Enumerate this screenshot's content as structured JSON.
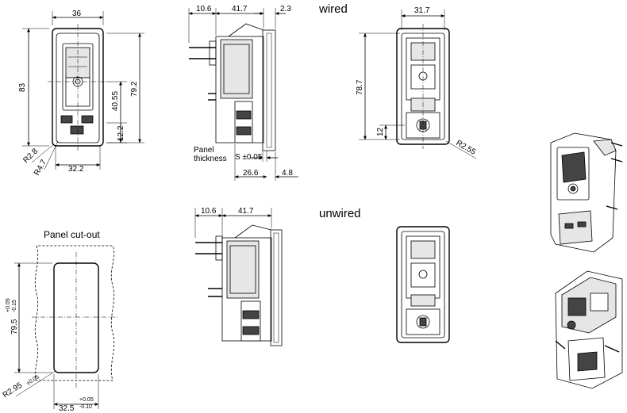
{
  "labels": {
    "wired": "wired",
    "unwired": "unwired",
    "panel_cutout": "Panel cut-out",
    "panel_thickness_1": "Panel",
    "panel_thickness_2": "thickness"
  },
  "front_view": {
    "width": "36",
    "height": "83",
    "switch_center": "40.55",
    "total_height": "79.2",
    "bottom_offset": "12.2",
    "bottom_width": "32.2",
    "radius_outer": "R2.8",
    "radius_inner": "R4.7"
  },
  "side_view_wired": {
    "dim_a": "10.6",
    "dim_b": "41.7",
    "dim_c": "2.3",
    "panel_s": "S ±0.05",
    "dim_d": "26.6",
    "dim_e": "4.8"
  },
  "rear_view_wired": {
    "width": "31.7",
    "height": "78.7",
    "bottom": "12",
    "radius": "R2.55"
  },
  "side_view_unwired": {
    "dim_a": "10.6",
    "dim_b": "41.7"
  },
  "cutout": {
    "height": "79.5",
    "height_tol_plus": "+0.05",
    "height_tol_minus": "-0.15",
    "width": "32.5",
    "width_tol_plus": "+0.05",
    "width_tol_minus": "-0.10",
    "radius": "R2.95",
    "radius_tol": "±0.05"
  }
}
